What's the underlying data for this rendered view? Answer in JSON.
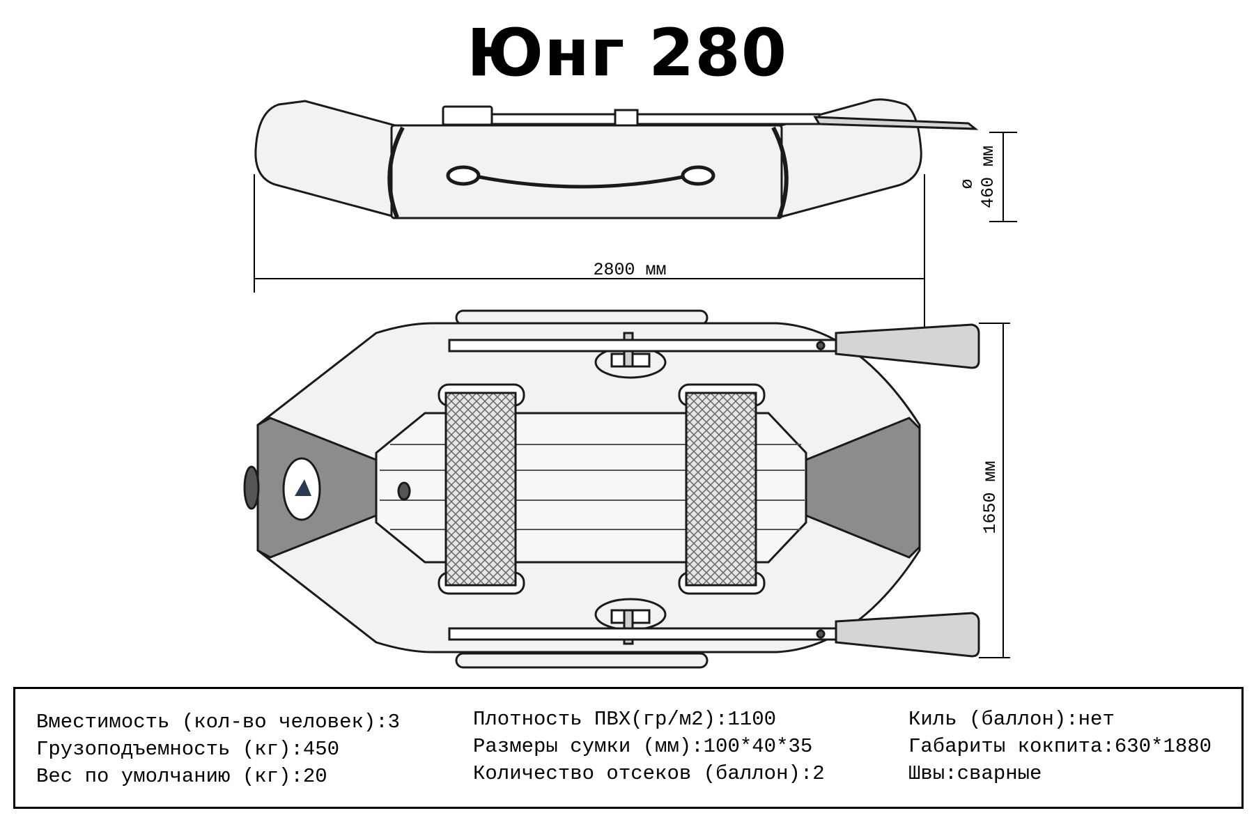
{
  "title": "Юнг 280",
  "dimensions": {
    "length": "2800 мм",
    "width": "1650 мм",
    "tube_diameter_symbol": "ø",
    "tube_diameter": "460 мм"
  },
  "specs": {
    "col1": [
      "Вместимость (кол-во человек):3",
      "Грузоподъемность (кг):450",
      "Вес по умолчанию (кг):20"
    ],
    "col2": [
      "Плотность ПВХ(гр/м2):1100",
      "Размеры сумки (мм):100*40*35",
      "Количество отсеков (баллон):2"
    ],
    "col3": [
      "Киль (баллон):нет",
      "Габариты кокпита:630*1880",
      "Швы:сварные"
    ]
  },
  "colors": {
    "outline": "#1a1a1a",
    "tube_fill": "#f2f2f2",
    "transom_fill": "#8c8c8c",
    "floor_fill": "#f7f7f7",
    "seat_mesh": "#9a9a9a"
  }
}
